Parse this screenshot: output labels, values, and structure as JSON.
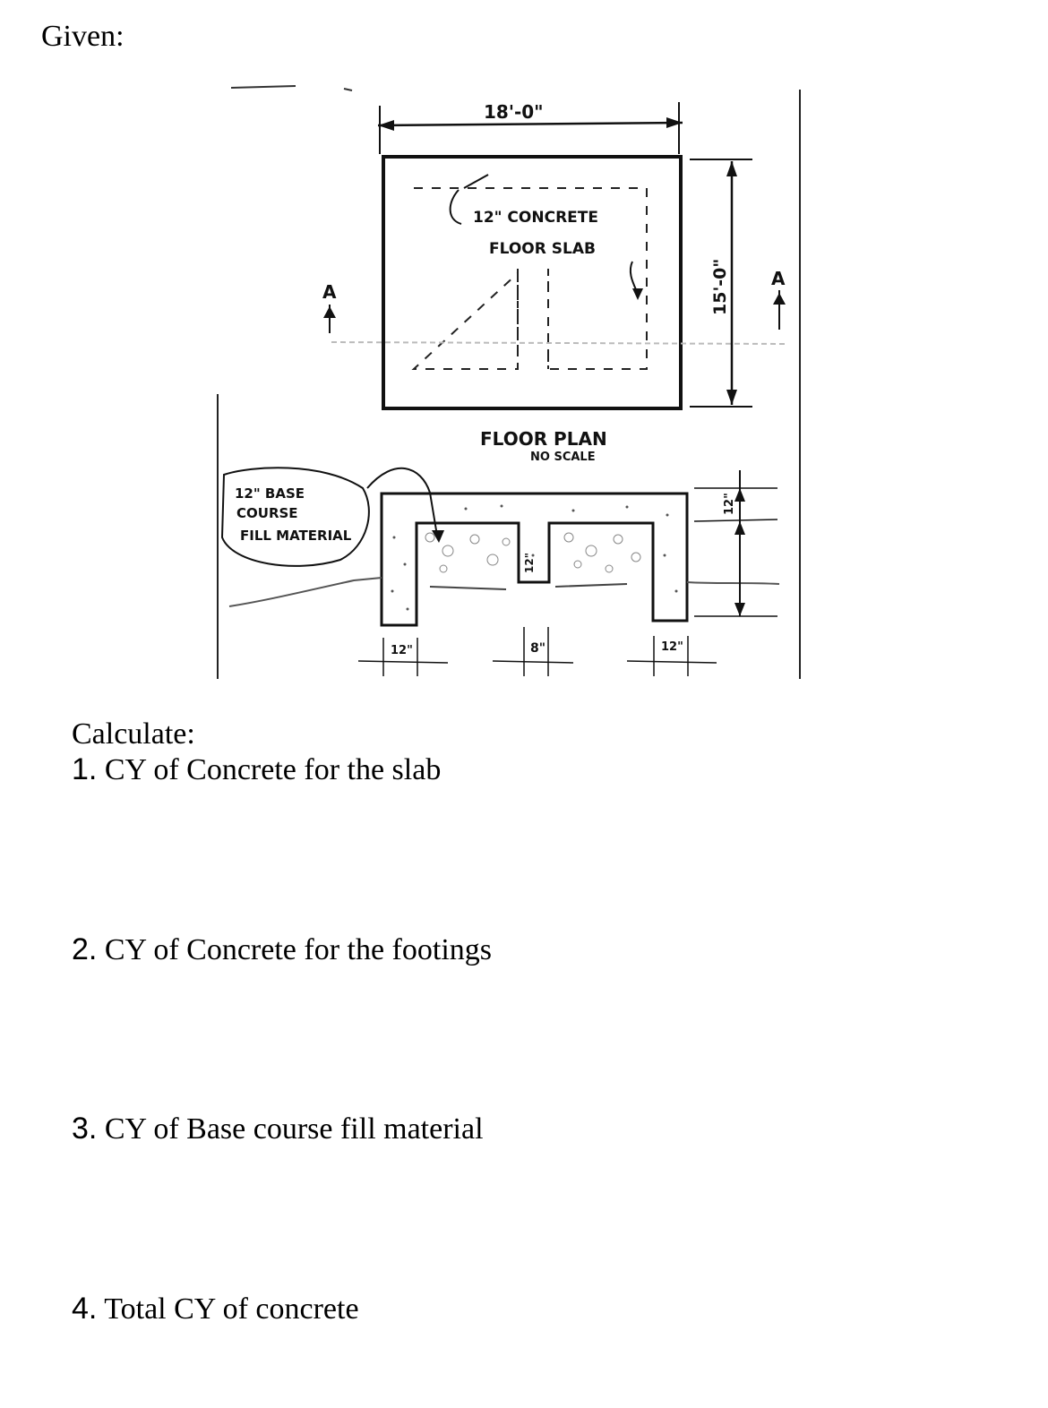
{
  "given_label": "Given:",
  "drawing": {
    "slab_width": "18'-0\"",
    "slab_depth": "15'-0\"",
    "slab_note_line1": "12\" CONCRETE",
    "slab_note_line2": "FLOOR SLAB",
    "floor_plan_title": "FLOOR PLAN",
    "floor_plan_scale": "NO SCALE",
    "section_mark": "A",
    "base_note_line1": "12\" BASE",
    "base_note_line2": "COURSE",
    "base_note_line3": "FILL MATERIAL",
    "footing_width_left": "12\"",
    "footing_width_right": "12\"",
    "center_footing_width": "8\"",
    "center_footing_depth": "12\"",
    "slab_thickness": "12\""
  },
  "calculate_label": "Calculate:",
  "questions": [
    {
      "num": "1.",
      "text": " CY of Concrete for the slab"
    },
    {
      "num": "2.",
      "text": " CY of Concrete for the footings"
    },
    {
      "num": "3.",
      "text": " CY of Base course fill material"
    },
    {
      "num": "4.",
      "text": " Total CY of concrete"
    }
  ]
}
